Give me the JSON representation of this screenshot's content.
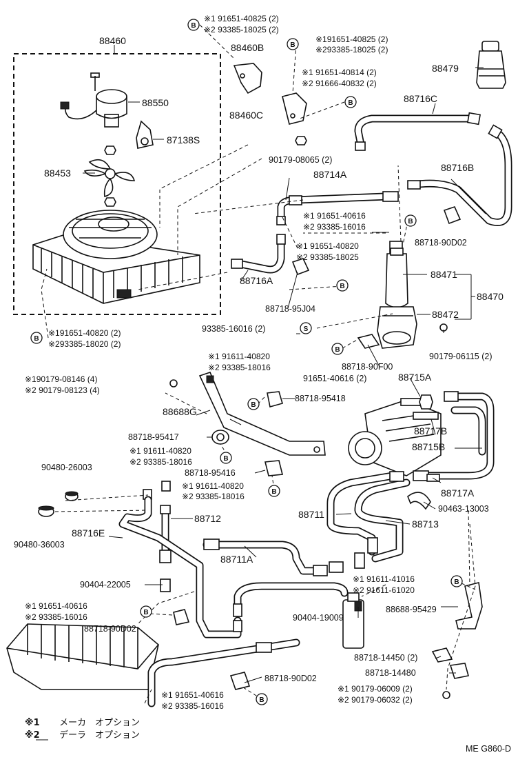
{
  "diagram": {
    "code": "ME G860-D",
    "legend": [
      {
        "mark": "※1",
        "text": "メーカ　オプション"
      },
      {
        "mark": "※2",
        "text": "デーラ　オプション"
      }
    ],
    "symbols": {
      "bolt": "B",
      "screw": "S"
    },
    "labels": {
      "p88460": "88460",
      "p88460B": "88460B",
      "p88460C": "88460C",
      "p88550": "88550",
      "p87138S": "87138S",
      "p88453": "88453",
      "p88479": "88479",
      "p88716C": "88716C",
      "p88716B": "88716B",
      "p88714A": "88714A",
      "p88716A": "88716A",
      "p88471": "88471",
      "p88470": "88470",
      "p88472": "88472",
      "p90179_08065": "90179-08065 (2)",
      "p88718_90D02_a": "88718-90D02",
      "p88718_95J04": "88718-95J04",
      "p93385_16016_2": "93385-16016 (2)",
      "p90179_06115": "90179-06115 (2)",
      "p88718_90F00": "88718-90F00",
      "p91651_40616_2": "91651-40616 (2)",
      "p88715A": "88715A",
      "p88717B": "88717B",
      "p88715B": "88715B",
      "p88717A": "88717A",
      "p90463_13003": "90463-13003",
      "p88713": "88713",
      "p88711": "88711",
      "p88688G": "88688G",
      "p88718_95418": "88718-95418",
      "p88718_95417": "88718-95417",
      "p88718_95416": "88718-95416",
      "p90480_26003": "90480-26003",
      "p90480_36003": "90480-36003",
      "p88712": "88712",
      "p88716E": "88716E",
      "p88711A": "88711A",
      "p90404_22005": "90404-22005",
      "p90404_19009": "90404-19009",
      "p88718_90D02_b": "88718-90D02",
      "p88718_90D02_c": "88718-90D02",
      "p88688_95429": "88688-95429",
      "p88718_14450": "88718-14450 (2)",
      "p88718_14480": "88718-14480"
    },
    "callouts": {
      "c1a": "※1 91651-40825 (2)",
      "c1b": "※2 93385-18025 (2)",
      "c2a": "※191651-40825 (2)",
      "c2b": "※293385-18025 (2)",
      "c3a": "※1 91651-40814 (2)",
      "c3b": "※2 91666-40832 (2)",
      "c4a": "※1 91651-40616",
      "c4b": "※2 93385-16016",
      "c5a": "※1 91651-40820",
      "c5b": "※2 93385-18025",
      "c6a": "※191651-40820 (2)",
      "c6b": "※293385-18020 (2)",
      "c7a": "※1 91611-40820",
      "c7b": "※2 93385-18016",
      "c8a": "※190179-08146 (4)",
      "c8b": "※2 90179-08123 (4)",
      "c9a": "※1 91611-40820",
      "c9b": "※2 93385-18016",
      "c10a": "※1 91611-40820",
      "c10b": "※2 93385-18016",
      "c11a": "※1 91611-41016",
      "c11b": "※2 91611-61020",
      "c12a": "※1 91651-40616",
      "c12b": "※2 93385-16016",
      "c13a": "※1 91651-40616",
      "c13b": "※2 93385-16016",
      "c14a": "※1 90179-06009 (2)",
      "c14b": "※2 90179-06032 (2)"
    }
  }
}
